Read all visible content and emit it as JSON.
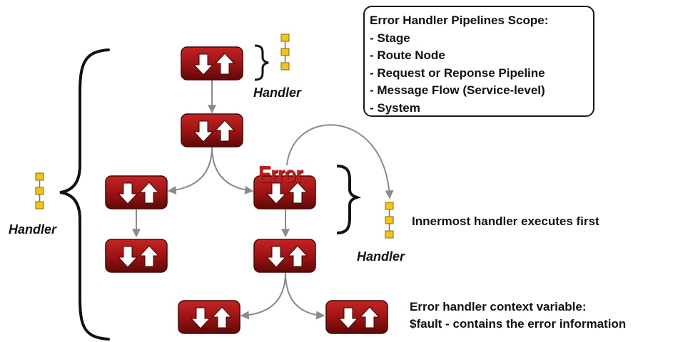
{
  "scope_box": {
    "title": "Error Handler Pipelines Scope:",
    "items": [
      "- Stage",
      "- Route Node",
      "- Request or Reponse Pipeline",
      "- Message Flow (Service-level)",
      "- System"
    ]
  },
  "labels": {
    "handler": "Handler",
    "error": "Error",
    "innermost_note": "Innermost handler executes first",
    "context_var_line1": "Error handler context variable:",
    "context_var_line2": "$fault - contains the error information"
  },
  "colors": {
    "node_fill": "#a01515",
    "node_dark": "#5e0808",
    "connector": "#8a8a8a",
    "handler_square": "#f2c31b",
    "error_text": "#c11d1d"
  }
}
